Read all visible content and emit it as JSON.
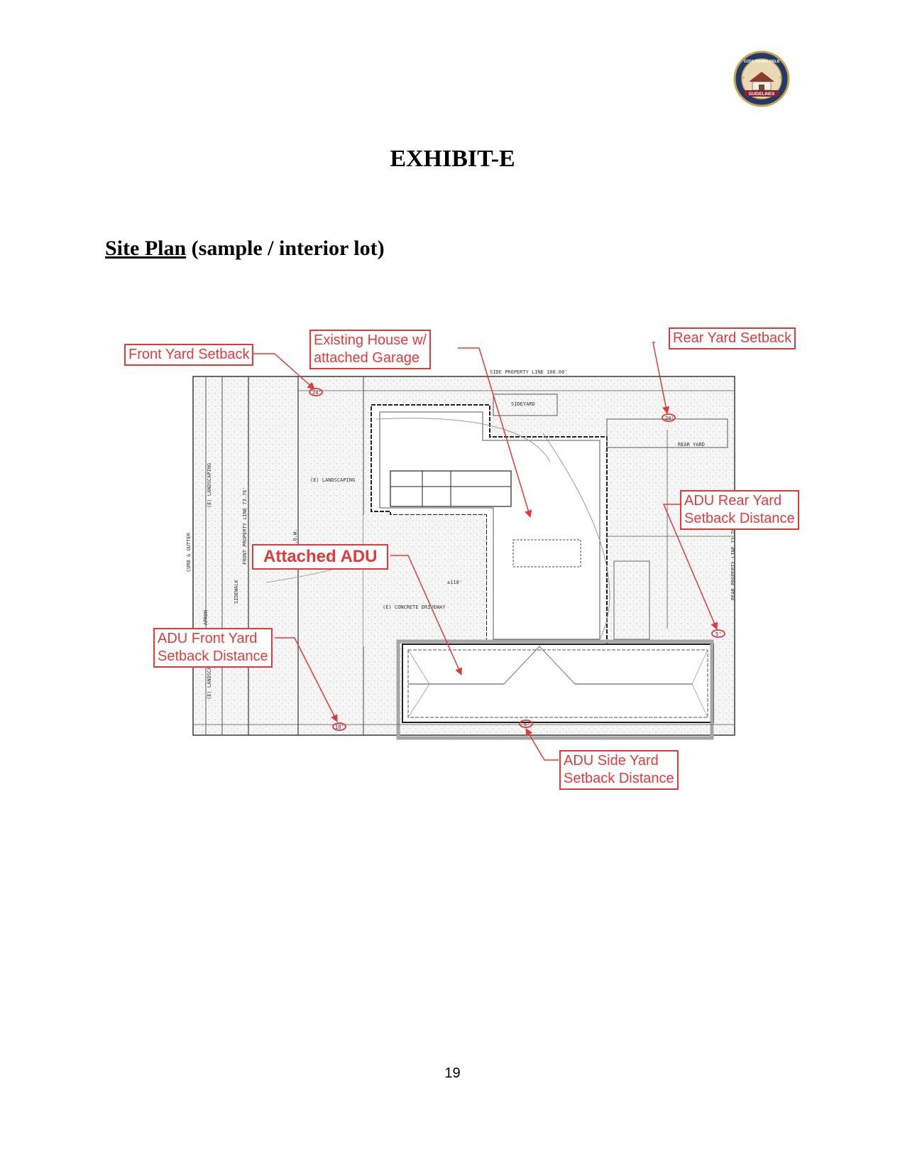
{
  "header": {
    "logo_text_top": "CCDS CA ADU FIELD",
    "logo_text_bottom": "GUIDELINES"
  },
  "document": {
    "title": "EXHIBIT-E",
    "subtitle_underlined": "Site Plan",
    "subtitle_rest": " (sample / interior lot)",
    "page_number": "19"
  },
  "callouts": {
    "front_yard_setback": "Front Yard Setback",
    "existing_house_line1": "Existing House w/",
    "existing_house_line2": "attached Garage",
    "rear_yard_setback": "Rear Yard Setback",
    "adu_rear_line1": "ADU Rear Yard",
    "adu_rear_line2": "Setback Distance",
    "attached_adu": "Attached ADU",
    "adu_front_line1": "ADU Front Yard",
    "adu_front_line2": "Setback Distance",
    "adu_side_line1": "ADU Side Yard",
    "adu_side_line2": "Setback Distance"
  },
  "plan_labels": {
    "side_property_line": "SIDE PROPERTY LINE 100.00'",
    "sideyard": "SIDEYARD",
    "rear_yard": "REAR YARD",
    "landscaping_1": "(E) LANDSCAPING",
    "landscaping_2": "(E) LANDSCAPING",
    "landscaping_3": "(E) LANDSCA",
    "curb_gutter": "CURB & GUTTER",
    "sidewalk": "SIDEWALK",
    "front_property_line": "FRONT PROPERTY LINE 73.76'",
    "row": "R.O.W.",
    "apron": "APRON",
    "concrete_driveway": "(E) CONCRETE DRIVEWAY",
    "rear_property_line": "REAR PROPERTY LINE 73.76'",
    "dim_front": "24'",
    "dim_rear": "20'",
    "dim_adu_rear": "5'",
    "dim_adu_front": "10'",
    "dim_adu_side": "5'",
    "dim_118": "±118'"
  },
  "colors": {
    "callout_red": "#e03b3b",
    "adu_box_gray": "#a6a6a6",
    "plan_line": "#3a3a3a",
    "stipple": "#cfcfcf"
  }
}
